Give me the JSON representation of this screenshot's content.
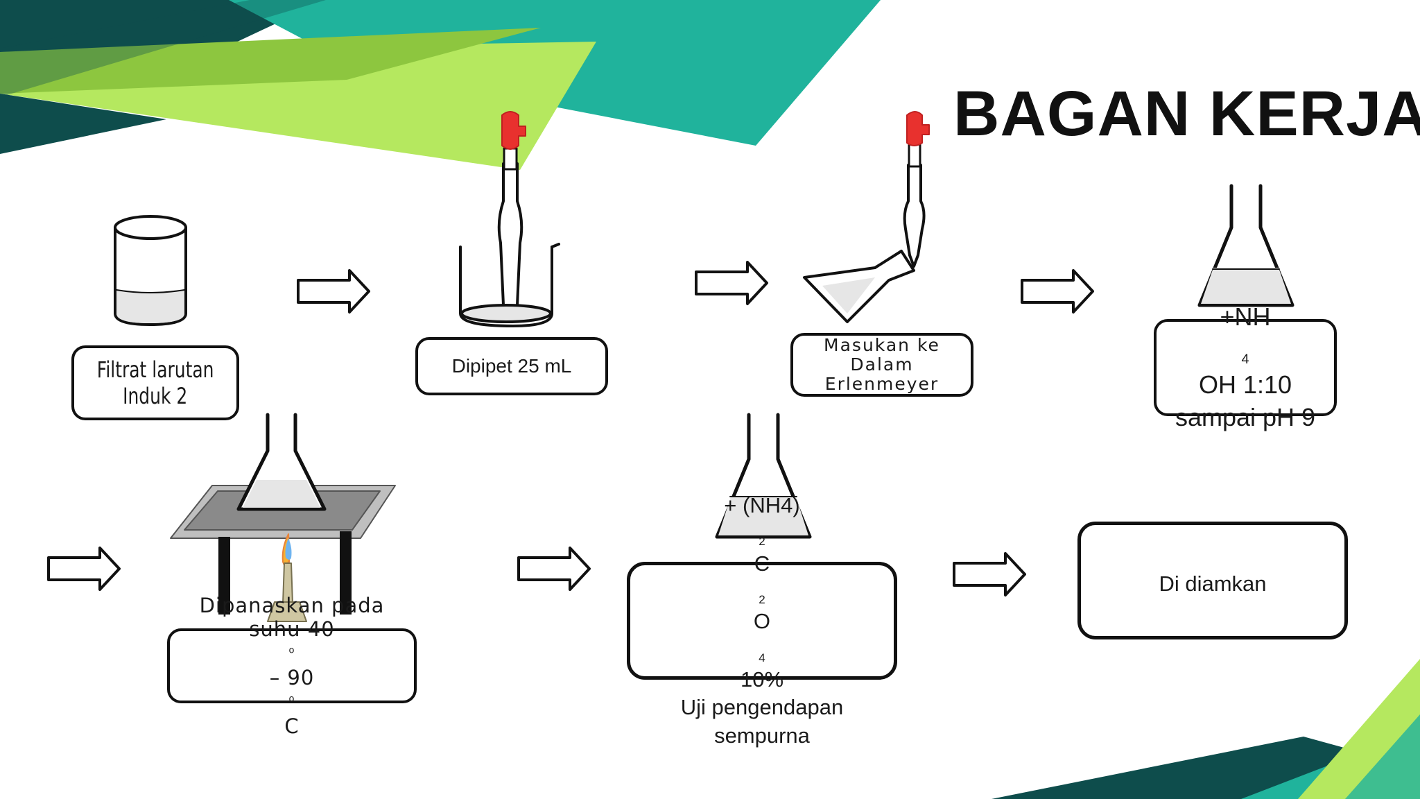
{
  "title": "BAGAN KERJA",
  "steps": [
    {
      "lines": [
        "Filtrat larutan",
        "Induk 2"
      ],
      "icon": "beaker-icon"
    },
    {
      "lines": [
        "Dipipet 25 mL"
      ],
      "icon": "pipette-beaker-icon"
    },
    {
      "lines": [
        "Masukan ke",
        "Dalam",
        "Erlenmeyer"
      ],
      "icon": "pipette-flask-icon"
    },
    {
      "line1": {
        "pre": "+NH",
        "sub": "4",
        "post": "OH 1:10"
      },
      "line2": "sampai pH 9",
      "icon": "erlenmeyer-flask-icon"
    },
    {
      "line1": "Dipanaskan pada",
      "line2": {
        "a": "suhu 40",
        "supA": "o",
        "b": " – 90",
        "supB": "o",
        "c": " C"
      },
      "icon": "bunsen-burner-icon"
    },
    {
      "line1": {
        "a": "+ (NH4)",
        "sub1": "2",
        "b": "C",
        "sub2": "2",
        "c": "O",
        "sub3": "4",
        "d": " 10%"
      },
      "line2": "Uji pengendapan",
      "line3": "sempurna",
      "icon": "erlenmeyer-flask-icon"
    },
    {
      "lines": [
        "Di diamkan"
      ]
    }
  ],
  "colors": {
    "dark_teal": "#0e4d4c",
    "teal": "#20b39c",
    "light_green": "#b5e85f",
    "green": "#8dc63f",
    "ink": "#111111",
    "stopcock_red": "#e8312e"
  }
}
